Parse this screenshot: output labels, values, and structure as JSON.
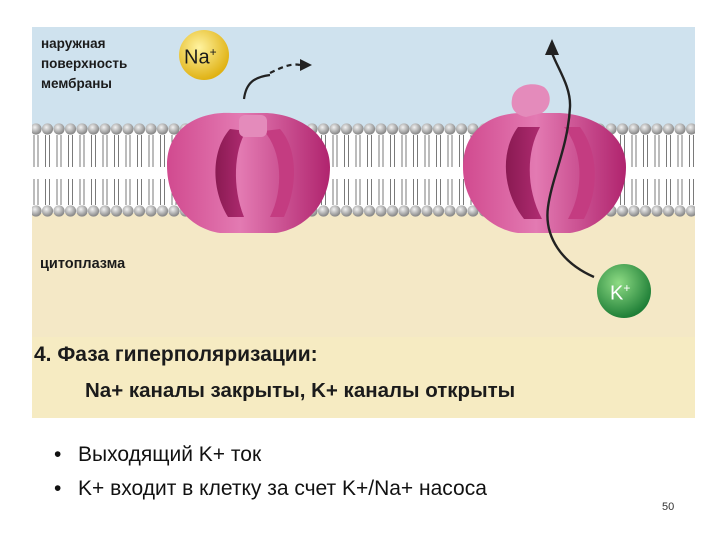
{
  "figure": {
    "outer_label": [
      "наружная",
      "поверхность",
      "мембраны"
    ],
    "cytoplasm_label": "цитоплазма",
    "na_ion": {
      "name": "Na",
      "charge": "+"
    },
    "k_ion": {
      "name": "K",
      "charge": "+"
    },
    "phase_title": "4. Фаза гиперполяризации:",
    "phase_subtitle": "Na+ каналы закрыты, K+ каналы открыты",
    "colors": {
      "outside": "#cfe2ee",
      "cytoplasm": "#f4e8c6",
      "channel": "#c0327a",
      "channel_light": "#e47bb2",
      "na_ion": "#f2cd2a",
      "k_ion": "#2f9a46"
    }
  },
  "bullets": [
    "Выходящий K+ ток",
    "K+ входит в клетку за счет K+/Na+ насоса"
  ],
  "page_number": "50"
}
